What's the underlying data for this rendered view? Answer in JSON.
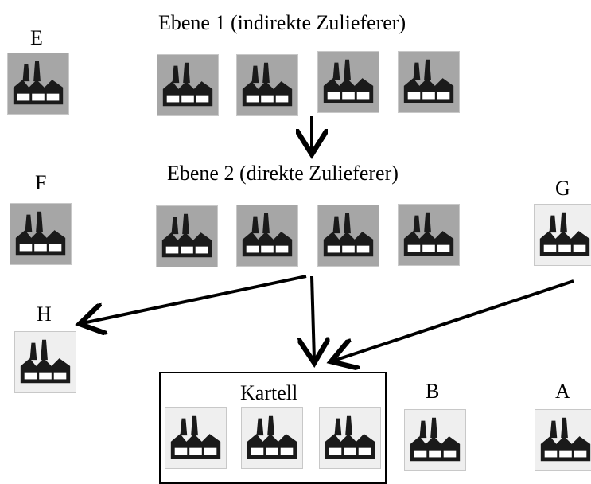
{
  "labels": {
    "tier1": "Ebene 1 (indirekte Zulieferer)",
    "tier2": "Ebene 2 (direkte Zulieferer)",
    "cartel": "Kartell",
    "e": "E",
    "f": "F",
    "g": "G",
    "h": "H",
    "b": "B",
    "a": "A"
  },
  "icons": {
    "factory": "factory-icon"
  },
  "colors": {
    "dark_tile": "#a6a6a6",
    "light_tile": "#efefef",
    "icon": "#1a1a1a",
    "arrow": "#000000"
  }
}
